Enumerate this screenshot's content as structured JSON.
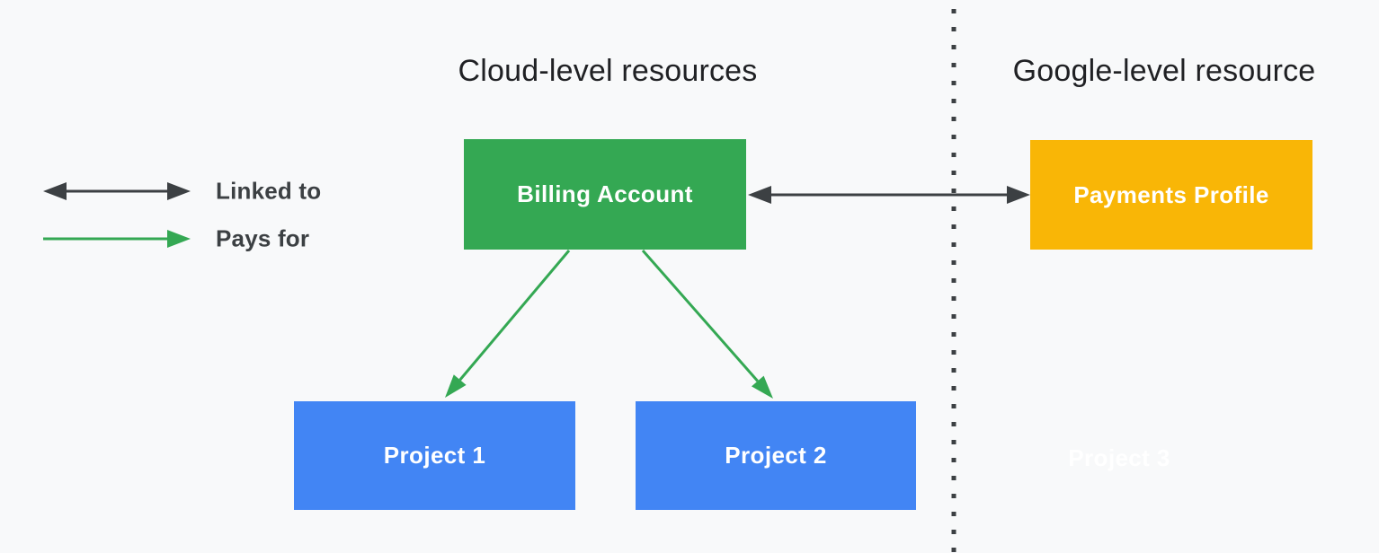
{
  "diagram": {
    "headings": {
      "cloud": "Cloud-level resources",
      "google": "Google-level resource"
    },
    "legend": [
      {
        "label": "Linked to",
        "symbol": "double-headed-dark-arrow"
      },
      {
        "label": "Pays for",
        "symbol": "green-arrow"
      }
    ],
    "nodes": [
      {
        "id": "billing-account",
        "label": "Billing Account",
        "fill": "green",
        "side": "cloud"
      },
      {
        "id": "payments-profile",
        "label": "Payments Profile",
        "fill": "yellow",
        "side": "google"
      },
      {
        "id": "project-1",
        "label": "Project 1",
        "fill": "blue",
        "side": "cloud"
      },
      {
        "id": "project-2",
        "label": "Project 2",
        "fill": "blue",
        "side": "cloud"
      },
      {
        "id": "project-3",
        "label": "Project 3",
        "fill": "ghost-white",
        "side": "google"
      }
    ],
    "edges": [
      {
        "from": "Billing Account",
        "to": "Payments Profile",
        "relation": "Linked to",
        "style": "double-headed-dark-arrow"
      },
      {
        "from": "Billing Account",
        "to": "Project 1",
        "relation": "Pays for",
        "style": "green-arrow"
      },
      {
        "from": "Billing Account",
        "to": "Project 2",
        "relation": "Pays for",
        "style": "green-arrow"
      }
    ]
  },
  "colors": {
    "bg": "#F8F9FA",
    "green": "#34A853",
    "yellow": "#F9B606",
    "blue": "#4285F4",
    "ink": "#202124",
    "gray": "#3C4043",
    "white": "#FFFFFF"
  }
}
